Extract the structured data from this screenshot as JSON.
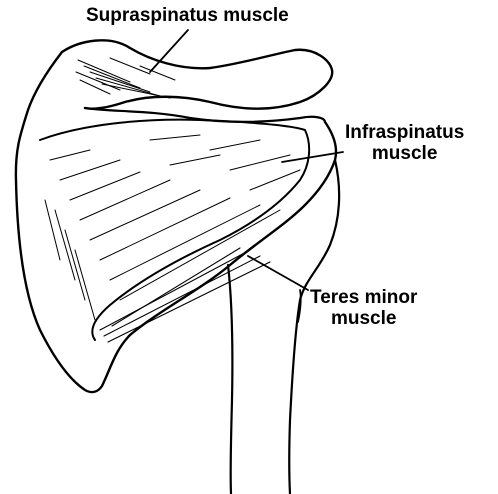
{
  "labels": {
    "supraspinatus": "Supraspinatus muscle",
    "infraspinatus_line1": "Infraspinatus",
    "infraspinatus_line2": "muscle",
    "teres_line1": "Teres minor",
    "teres_line2": "muscle"
  },
  "colors": {
    "ink": "#000000",
    "background": "#ffffff"
  }
}
